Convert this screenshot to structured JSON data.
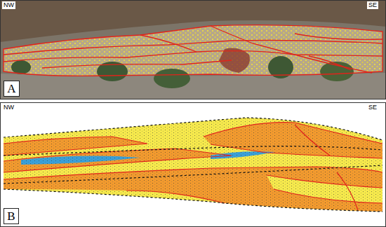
{
  "diagram": {
    "nodes": [
      {
        "text": [
          "A"
        ]
      },
      {
        "text": [
          "B"
        ]
      }
    ],
    "labels": [
      "NW",
      "SE",
      "NW",
      "SE"
    ]
  }
}
